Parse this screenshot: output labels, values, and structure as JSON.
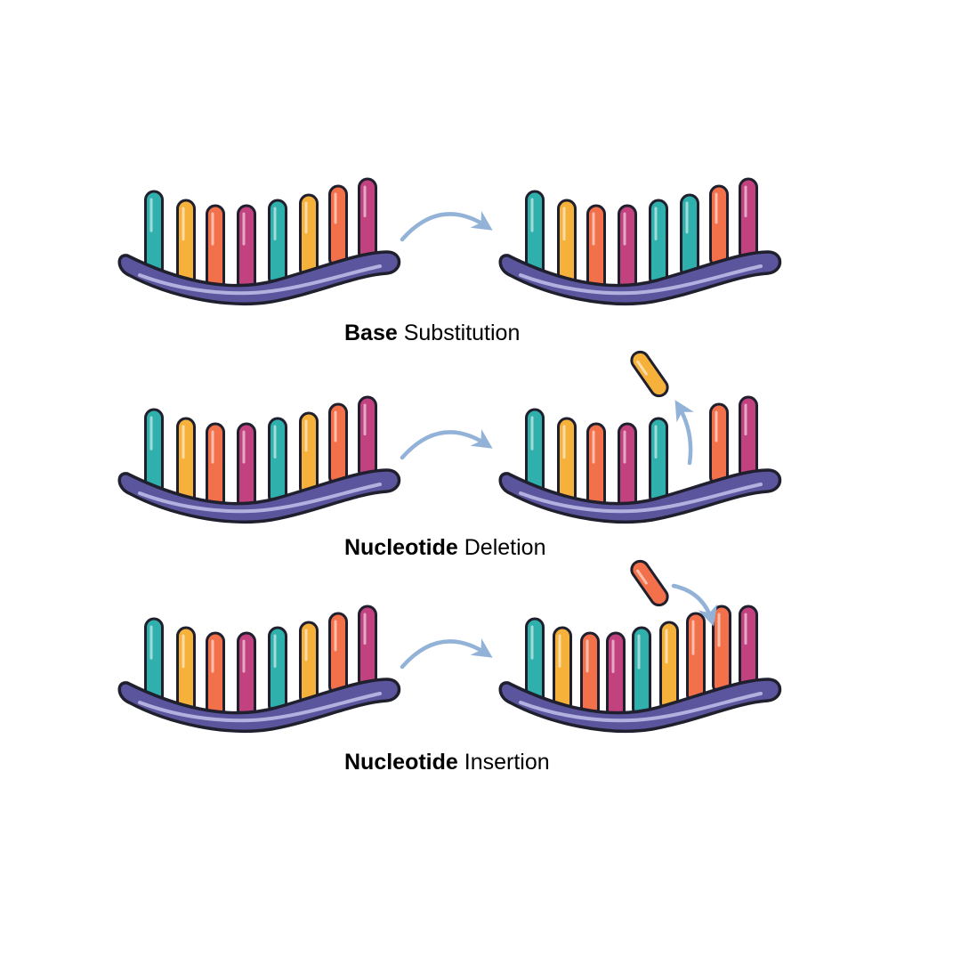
{
  "colors": {
    "backbone": "#5a559c",
    "backbone_highlight": "#b3b0e0",
    "outline": "#1f1f2e",
    "arrow": "#93b2d7",
    "teal": "#2fb0ac",
    "yellow": "#f5b13a",
    "orange": "#f2704a",
    "magenta": "#c2417f"
  },
  "panels": [
    {
      "caption": {
        "bold": "Base",
        "light": "Substitution"
      },
      "before": [
        "teal",
        "yellow",
        "orange",
        "magenta",
        "teal",
        "yellow",
        "orange",
        "magenta"
      ],
      "after": [
        "teal",
        "yellow",
        "orange",
        "magenta",
        "teal",
        "teal",
        "orange",
        "magenta"
      ],
      "event": "substitution"
    },
    {
      "caption": {
        "bold": "Nucleotide",
        "light": "Deletion"
      },
      "before": [
        "teal",
        "yellow",
        "orange",
        "magenta",
        "teal",
        "yellow",
        "orange",
        "magenta"
      ],
      "after": [
        "teal",
        "yellow",
        "orange",
        "magenta",
        "teal",
        "",
        "orange",
        "magenta"
      ],
      "event": "deletion",
      "moving_base": "yellow"
    },
    {
      "caption": {
        "bold": "Nucleotide",
        "light": "Insertion"
      },
      "before": [
        "teal",
        "yellow",
        "orange",
        "magenta",
        "teal",
        "yellow",
        "orange",
        "magenta"
      ],
      "after": [
        "teal",
        "yellow",
        "orange",
        "magenta",
        "teal",
        "yellow",
        "orange",
        "orange",
        "magenta"
      ],
      "event": "insertion",
      "moving_base": "orange"
    }
  ]
}
